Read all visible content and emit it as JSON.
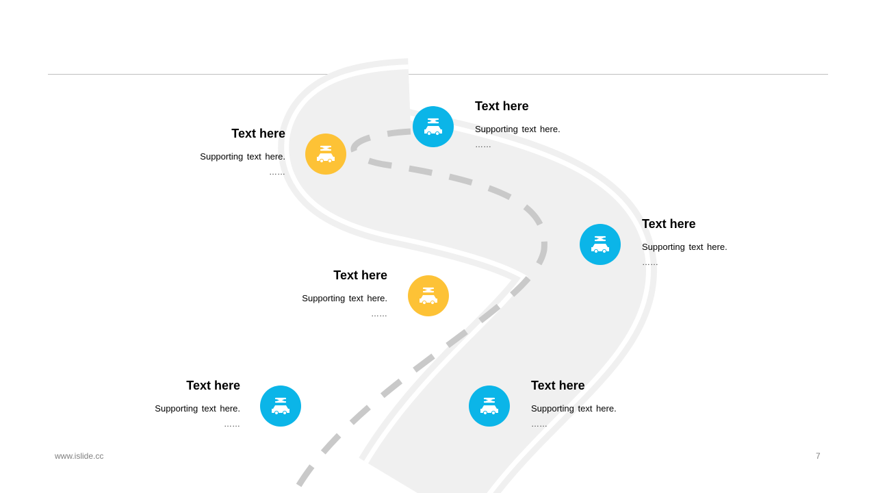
{
  "footer": {
    "website": "www.islide.cc",
    "page_number": "7"
  },
  "milestones": [
    {
      "title": "Text here",
      "supporting": "Supporting  text here.",
      "ellipsis": "……",
      "color": "#0bb5e8",
      "icon": "car-repair-icon"
    },
    {
      "title": "Text here",
      "supporting": "Supporting  text here.",
      "ellipsis": "……",
      "color": "#fdc236",
      "icon": "car-repair-icon"
    },
    {
      "title": "Text here",
      "supporting": "Supporting  text here.",
      "ellipsis": "……",
      "color": "#0bb5e8",
      "icon": "car-repair-icon"
    },
    {
      "title": "Text here",
      "supporting": "Supporting  text here.",
      "ellipsis": "……",
      "color": "#fdc236",
      "icon": "car-repair-icon"
    },
    {
      "title": "Text here",
      "supporting": "Supporting  text here.",
      "ellipsis": "……",
      "color": "#0bb5e8",
      "icon": "car-repair-icon"
    },
    {
      "title": "Text here",
      "supporting": "Supporting  text here.",
      "ellipsis": "……",
      "color": "#0bb5e8",
      "icon": "car-repair-icon"
    }
  ]
}
